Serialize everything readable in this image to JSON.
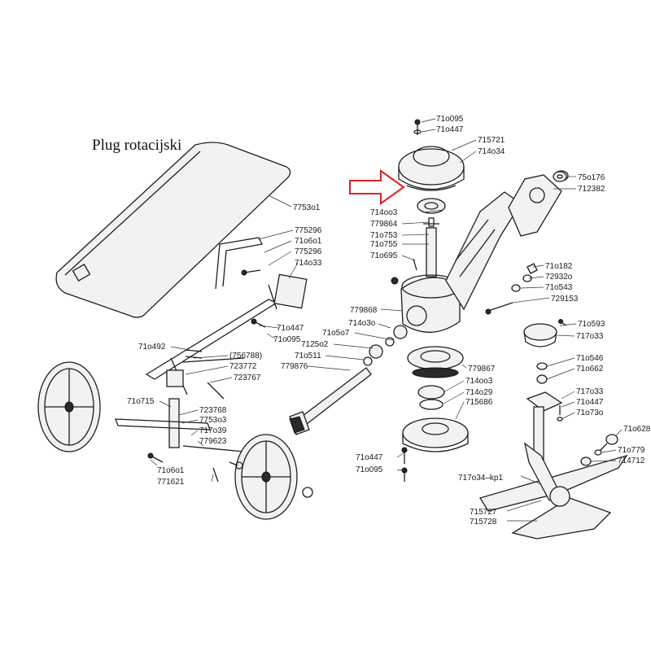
{
  "title": "Plug rotacijski",
  "labels": [
    "71o095",
    "71o447",
    "715721",
    "714o34",
    "75o176",
    "712382",
    "7753o1",
    "714oo3",
    "779864",
    "71o753",
    "71o755",
    "71o695",
    "775296",
    "71o6o1",
    "775296",
    "714o33",
    "71o182",
    "72932o",
    "71o543",
    "729153",
    "779868",
    "714o3o",
    "71o5o7",
    "7125o2",
    "71o511",
    "779876",
    "71o447",
    "71o095",
    "71o593",
    "717o33",
    "71o492",
    "(756788)",
    "723772",
    "723767",
    "71o546",
    "71o662",
    "779867",
    "714oo3",
    "714o29",
    "715686",
    "717o33",
    "71o447",
    "71o73o",
    "71o715",
    "723768",
    "7753o3",
    "717o39",
    "779623",
    "71o628",
    "71o779",
    "714712",
    "71o447",
    "71o095",
    "717o34–kp1",
    "71o6o1",
    "771621",
    "715727",
    "715728"
  ],
  "colors": {
    "ink": "#1e1e1e",
    "highlight_arrow": "#e02020",
    "background": "#ffffff"
  }
}
